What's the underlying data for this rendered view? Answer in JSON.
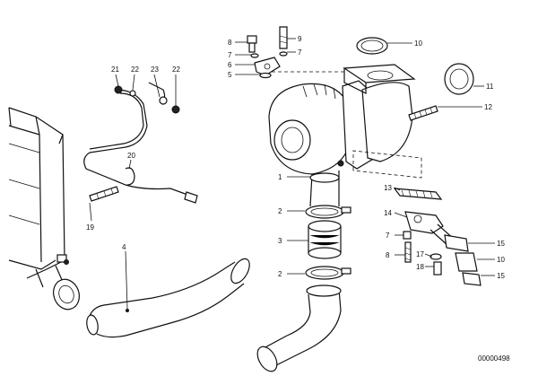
{
  "diagram": {
    "part_number_code": "00000498",
    "callouts": {
      "c1": "1",
      "c2a": "2",
      "c3": "3",
      "c2b": "2",
      "c4": "4",
      "c5": "5",
      "c6": "6",
      "c7a": "7",
      "c8a": "8",
      "c9": "9",
      "c7b": "7",
      "c10a": "10",
      "c11": "11",
      "c12": "12",
      "c13": "13",
      "c14": "14",
      "c7c": "7",
      "c8b": "8",
      "c17": "17",
      "c18": "18",
      "c15a": "15",
      "c10b": "10",
      "c15b": "15",
      "c19": "19",
      "c20": "20",
      "c21": "21",
      "c22a": "22",
      "c23": "23",
      "c22b": "22"
    }
  }
}
